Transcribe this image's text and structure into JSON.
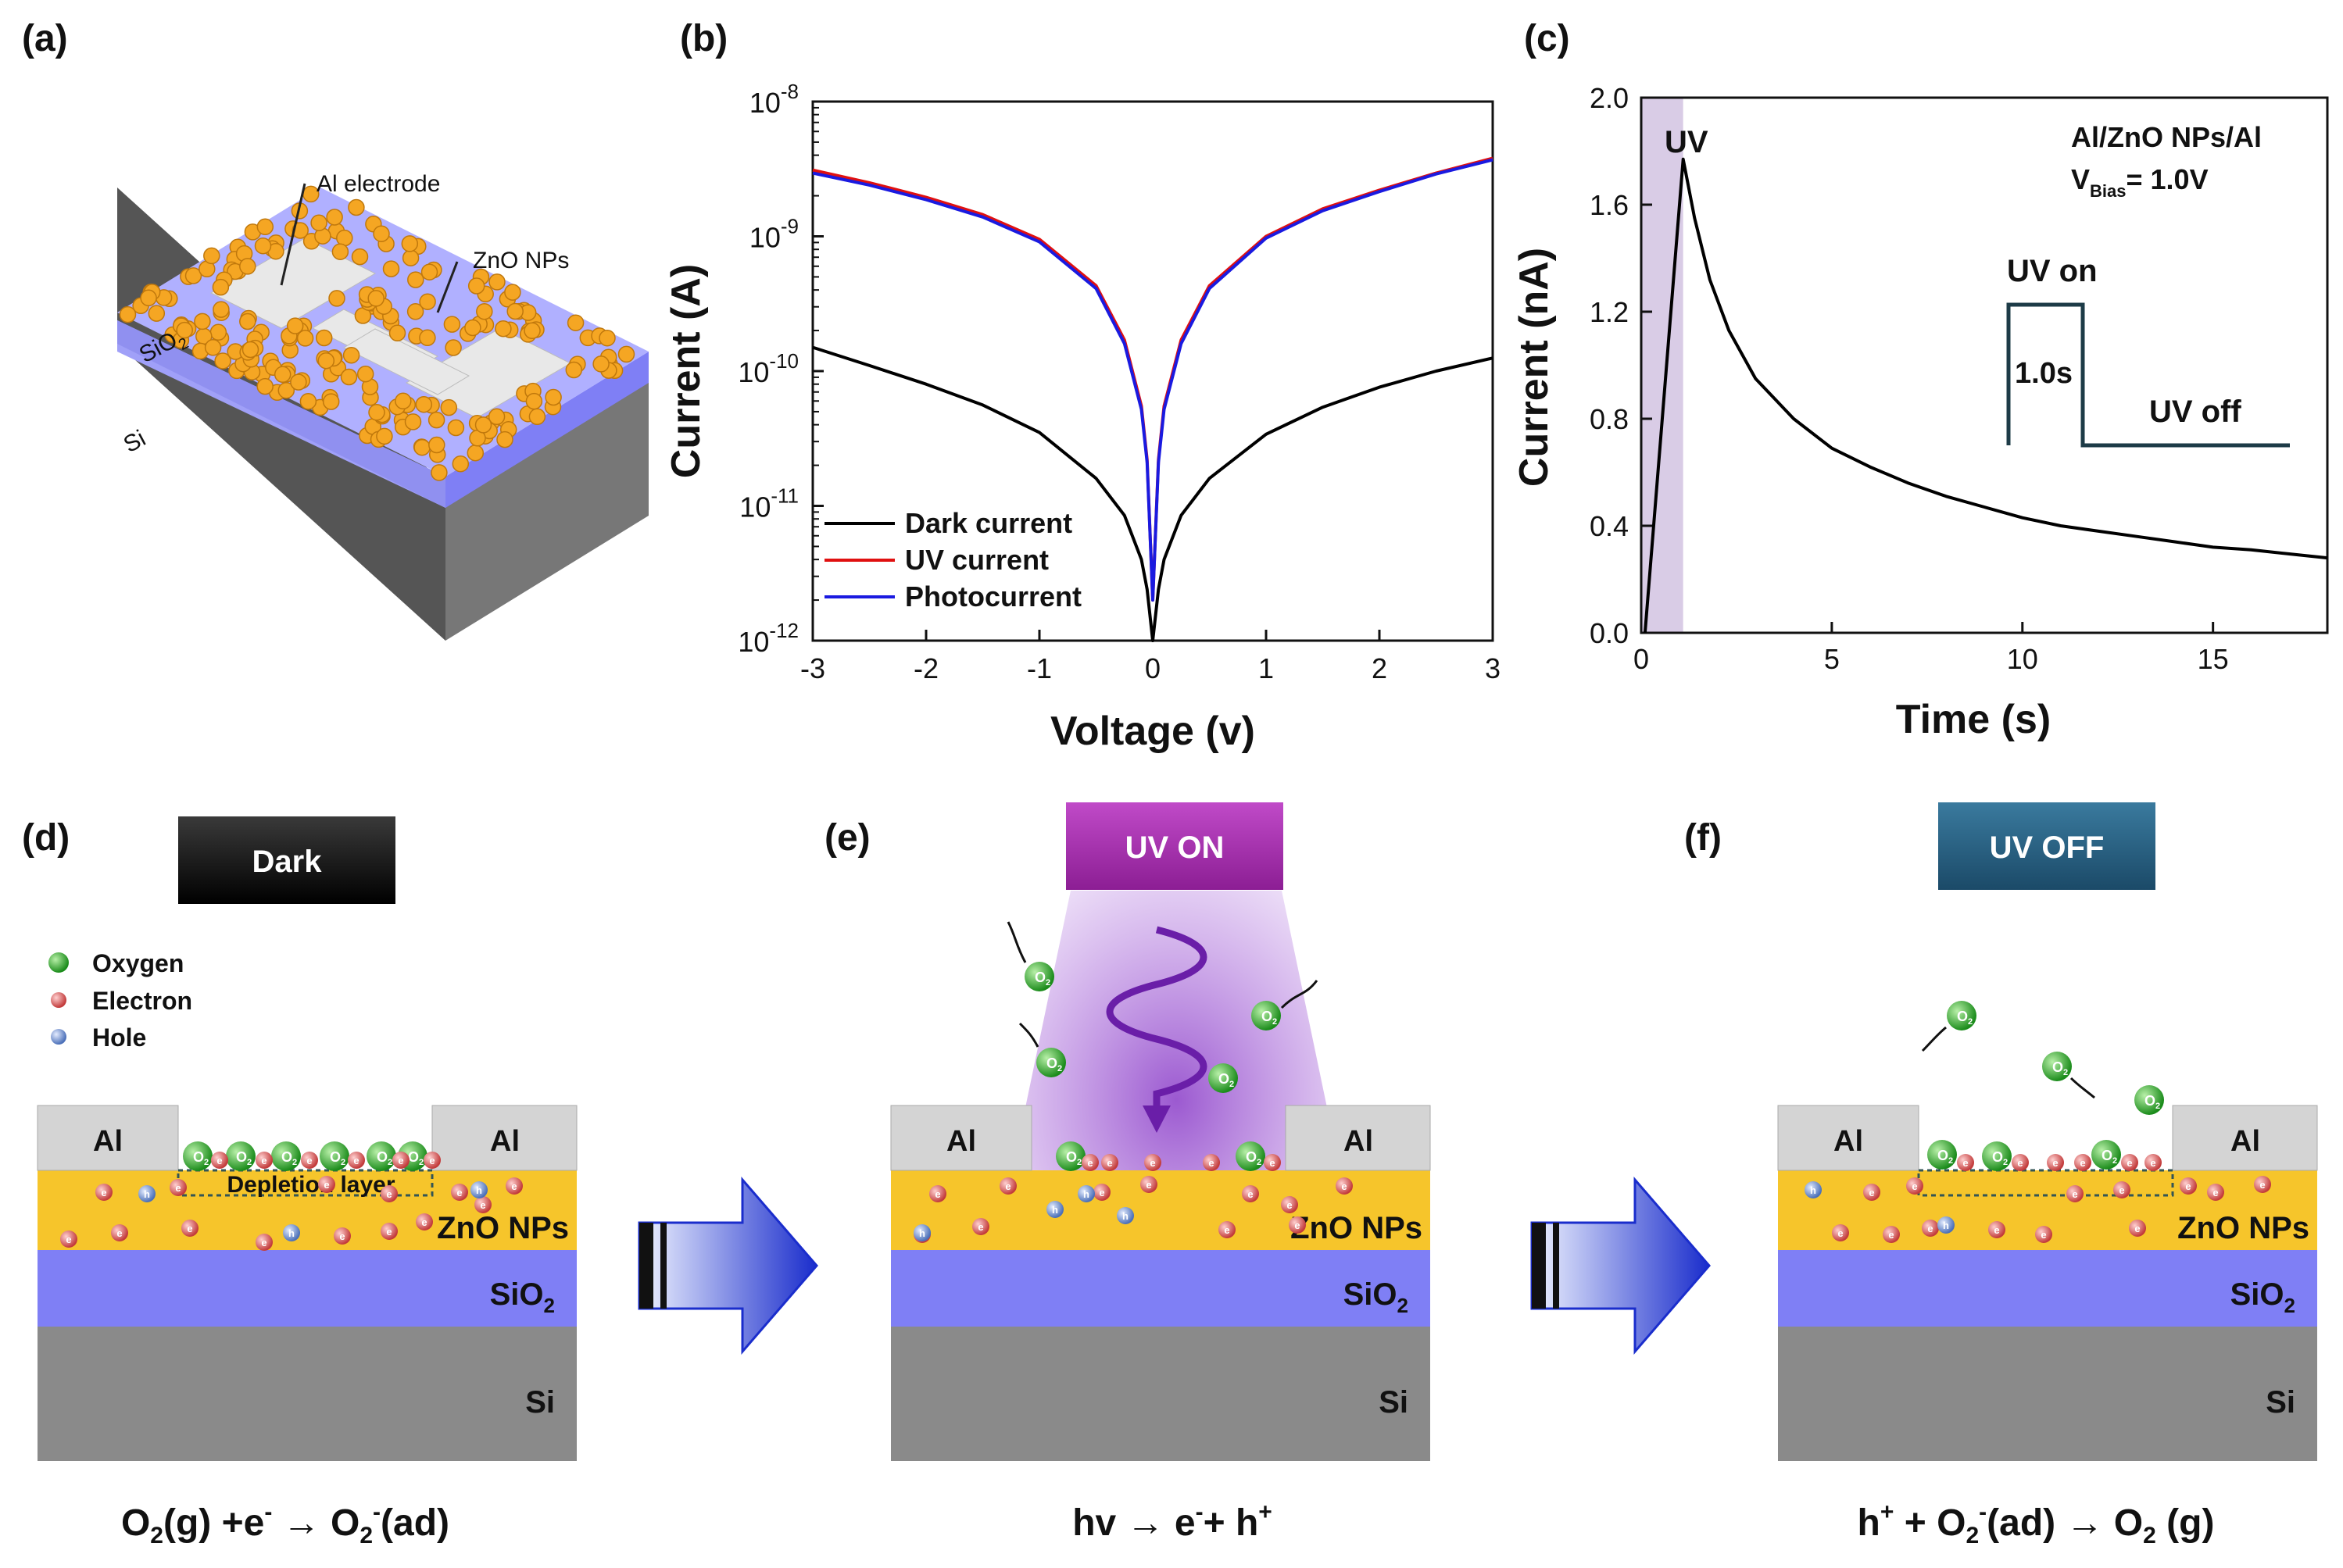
{
  "labels": {
    "a": "(a)",
    "b": "(b)",
    "c": "(c)",
    "d": "(d)",
    "e": "(e)",
    "f": "(f)"
  },
  "panel_a": {
    "electrode": "Al electrode",
    "nps": "ZnO NPs",
    "sio2": "SiO",
    "sio2_sub": "2",
    "si": "Si"
  },
  "chart_data": [
    {
      "type": "line",
      "id": "b",
      "xlabel": "Voltage (v)",
      "ylabel": "Current (A)",
      "xlim": [
        -3,
        3
      ],
      "ylim": [
        1e-12,
        1e-08
      ],
      "yscale": "log",
      "xticks": [
        "-3",
        "-2",
        "-1",
        "0",
        "1",
        "2",
        "3"
      ],
      "yticks": [
        {
          "base": "10",
          "exp": "-8"
        },
        {
          "base": "10",
          "exp": "-9"
        },
        {
          "base": "10",
          "exp": "-10"
        },
        {
          "base": "10",
          "exp": "-11"
        },
        {
          "base": "10",
          "exp": "-12"
        }
      ],
      "series": [
        {
          "name": "Dark current",
          "color": "#000000",
          "x": [
            -3,
            -2.5,
            -2,
            -1.5,
            -1,
            -0.5,
            -0.25,
            -0.1,
            -0.05,
            0,
            0.05,
            0.1,
            0.25,
            0.5,
            1,
            1.5,
            2,
            2.5,
            3
          ],
          "y": [
            1.5e-10,
            1.1e-10,
            8e-11,
            5.6e-11,
            3.5e-11,
            1.6e-11,
            8.5e-12,
            4e-12,
            2.4e-12,
            1e-12,
            2.4e-12,
            4e-12,
            8.5e-12,
            1.6e-11,
            3.4e-11,
            5.4e-11,
            7.6e-11,
            1e-10,
            1.25e-10
          ]
        },
        {
          "name": "UV current",
          "color": "#e01010",
          "x": [
            -3,
            -2.5,
            -2,
            -1.5,
            -1,
            -0.5,
            -0.25,
            -0.1,
            -0.05,
            0,
            0.05,
            0.1,
            0.25,
            0.5,
            1,
            1.5,
            2,
            2.5,
            3
          ],
          "y": [
            3.1e-09,
            2.5e-09,
            1.95e-09,
            1.45e-09,
            9.5e-10,
            4.3e-10,
            1.7e-10,
            5.5e-11,
            2.2e-11,
            2e-12,
            2.2e-11,
            5.5e-11,
            1.7e-10,
            4.3e-10,
            1e-09,
            1.6e-09,
            2.2e-09,
            2.95e-09,
            3.8e-09
          ]
        },
        {
          "name": "Photocurrent",
          "color": "#1a1ae0",
          "x": [
            -3,
            -2.5,
            -2,
            -1.5,
            -1,
            -0.5,
            -0.25,
            -0.1,
            -0.05,
            0,
            0.05,
            0.1,
            0.25,
            0.5,
            1,
            1.5,
            2,
            2.5,
            3
          ],
          "y": [
            2.95e-09,
            2.4e-09,
            1.87e-09,
            1.39e-09,
            9.1e-10,
            4.1e-10,
            1.6e-10,
            5.2e-11,
            2.1e-11,
            2e-12,
            2.1e-11,
            5.2e-11,
            1.6e-10,
            4.1e-10,
            9.7e-10,
            1.55e-09,
            2.15e-09,
            2.9e-09,
            3.7e-09
          ]
        }
      ]
    },
    {
      "type": "line",
      "id": "c",
      "xlabel": "Time (s)",
      "ylabel": "Current (nA)",
      "xlim": [
        0,
        18
      ],
      "ylim": [
        0,
        2.0
      ],
      "xticks": [
        "0",
        "5",
        "10",
        "15"
      ],
      "yticks": [
        "0.0",
        "0.4",
        "0.8",
        "1.2",
        "1.6",
        "2.0"
      ],
      "uv_window": [
        0,
        1.1
      ],
      "uv_label": "UV",
      "info_line1": "Al/ZnO NPs/Al",
      "info_v": "V",
      "info_sub": "Bias",
      "info_rest": "= 1.0V",
      "pulse_on": "UV on",
      "pulse_width": "1.0s",
      "pulse_off": "UV off",
      "series": [
        {
          "name": "",
          "color": "#000000",
          "x": [
            0.1,
            1.1,
            1.4,
            1.8,
            2.3,
            3,
            4,
            5,
            6,
            7,
            8,
            9,
            10,
            11,
            12,
            13,
            14,
            15,
            16,
            17,
            18
          ],
          "y": [
            0.0,
            1.77,
            1.55,
            1.32,
            1.13,
            0.95,
            0.8,
            0.69,
            0.62,
            0.56,
            0.51,
            0.47,
            0.43,
            0.4,
            0.38,
            0.36,
            0.34,
            0.32,
            0.31,
            0.295,
            0.28
          ]
        }
      ]
    }
  ],
  "schematics": {
    "d": {
      "badge": "Dark",
      "al": "Al",
      "depletion": "Depletion layer",
      "zno": "ZnO NPs",
      "sio2": "SiO",
      "sio2_sub": "2",
      "si": "Si",
      "legend": [
        "Oxygen",
        "Electron",
        "Hole"
      ]
    },
    "e": {
      "badge": "UV ON",
      "al": "Al",
      "zno": "ZnO NPs",
      "sio2": "SiO",
      "sio2_sub": "2",
      "si": "Si"
    },
    "f": {
      "badge": "UV OFF",
      "al": "Al",
      "zno": "ZnO NPs",
      "sio2": "SiO",
      "sio2_sub": "2",
      "si": "Si"
    },
    "o2": "O",
    "o2_sub": "2",
    "e_sym": "e",
    "h_sym": "h"
  },
  "equations": {
    "d": {
      "a": "O",
      "s1": "2",
      "b": "(g)  +e",
      "sup1": "-",
      "arrow": " → ",
      "c": "O",
      "s2": "2",
      "sup2": "-",
      "d": "(ad)"
    },
    "e": {
      "a": "hv",
      "arrow": " → ",
      "b": "e",
      "sup1": "-",
      "c": "+ h",
      "sup2": "+"
    },
    "f": {
      "a": "h",
      "sup1": "+",
      "b": " + O",
      "s1": "2",
      "sup2": "-",
      "c": "(ad)",
      "arrow": " → ",
      "d": "O",
      "s2": "2",
      "e": " (g)"
    }
  },
  "colors": {
    "sio2": "#7f7ff5",
    "si": "#8a8a8a",
    "zno": "#f6c52b",
    "al": "#d4d4d4",
    "oxygen": "#2eaa2e",
    "electron": "#e35a5a",
    "hole": "#6e8fd0",
    "uv_badge": "#a02ca8",
    "uv_off_badge": "#215a7a",
    "dark_badge": "#111111",
    "uv_band": "#d9cce6"
  }
}
